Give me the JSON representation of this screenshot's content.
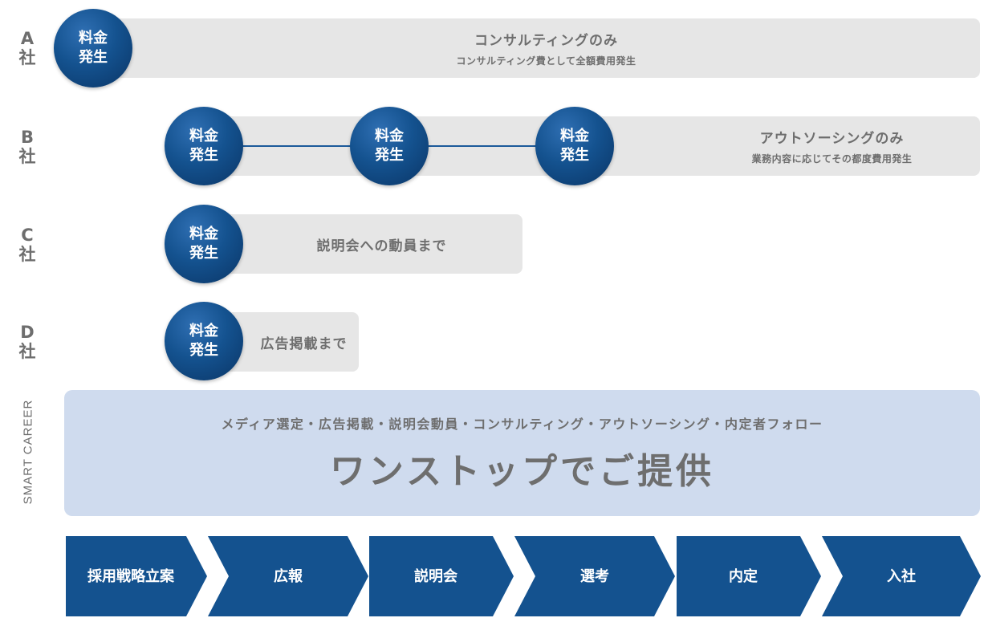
{
  "companies": [
    {
      "label_letter": "A",
      "label_suffix": "社",
      "fee_label_line1": "料金",
      "fee_label_line2": "発生",
      "title": "コンサルティングのみ",
      "subtitle": "コンサルティング費として全額費用発生"
    },
    {
      "label_letter": "B",
      "label_suffix": "社",
      "title": "アウトソーシングのみ",
      "subtitle": "業務内容に応じてその都度費用発生"
    },
    {
      "label_letter": "C",
      "label_suffix": "社",
      "title": "説明会への動員まで"
    },
    {
      "label_letter": "D",
      "label_suffix": "社",
      "title": "広告掲載まで"
    }
  ],
  "fee_label_line1": "料金",
  "fee_label_line2": "発生",
  "smart_career": {
    "label": "SMART CAREER",
    "services": "メディア選定・広告掲載・説明会動員・コンサルティング・アウトソーシング・内定者フォロー",
    "headline": "ワンストップでご提供"
  },
  "flow_steps": [
    "採用戦略立案",
    "広報",
    "説明会",
    "選考",
    "内定",
    "入社"
  ],
  "colors": {
    "coin_blue": "#14528f",
    "bar_gray": "#e6e6e6",
    "panel_blue": "#cfdbee",
    "arrow_blue": "#14528f",
    "text_gray": "#6e6e6e"
  }
}
